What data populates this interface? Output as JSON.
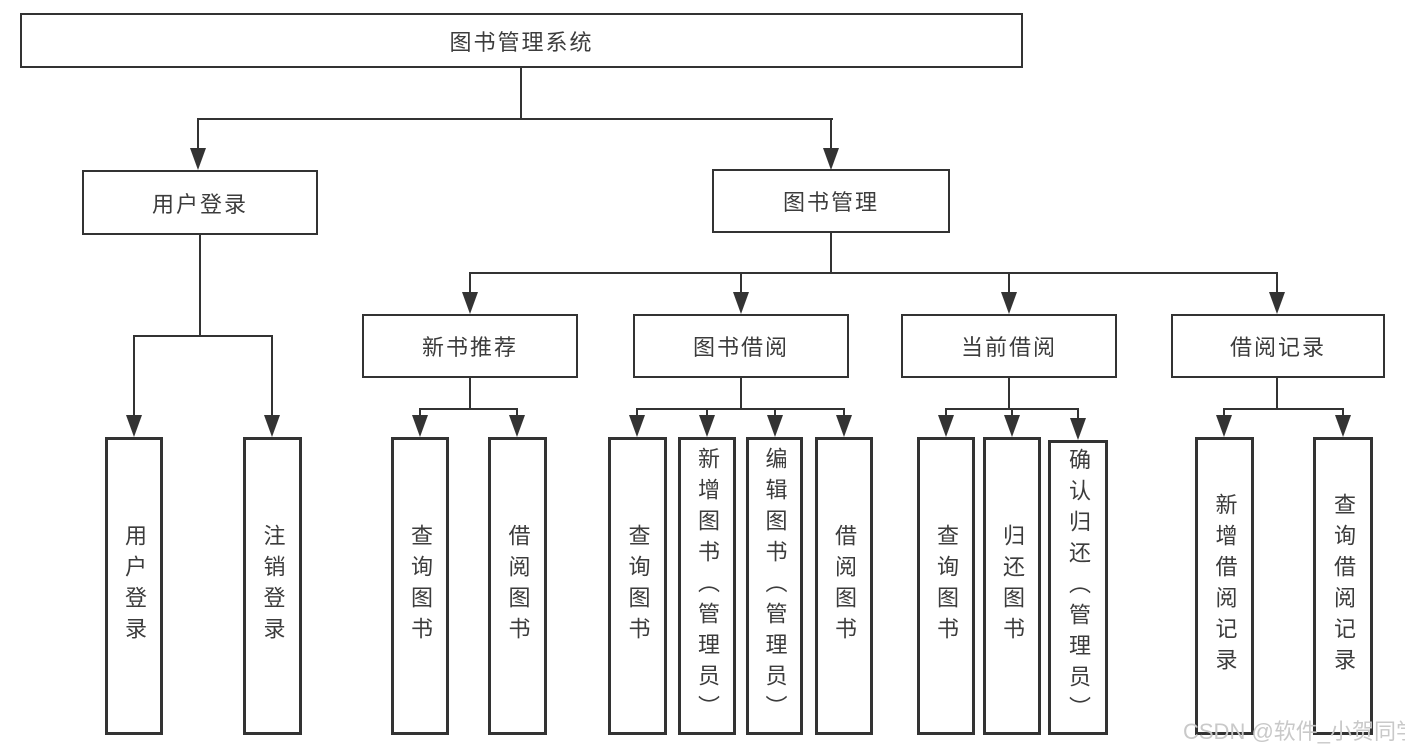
{
  "tree": {
    "label": "图书管理系统",
    "children": [
      {
        "label": "用户登录",
        "children": [
          {
            "label": "用户登录"
          },
          {
            "label": "注销登录"
          }
        ]
      },
      {
        "label": "图书管理",
        "children": [
          {
            "label": "新书推荐",
            "children": [
              {
                "label": "查询图书"
              },
              {
                "label": "借阅图书"
              }
            ]
          },
          {
            "label": "图书借阅",
            "children": [
              {
                "label": "查询图书"
              },
              {
                "label": "新增图书（管理员）"
              },
              {
                "label": "编辑图书（管理员）"
              },
              {
                "label": "借阅图书"
              }
            ]
          },
          {
            "label": "当前借阅",
            "children": [
              {
                "label": "查询图书"
              },
              {
                "label": "归还图书"
              },
              {
                "label": "确认归还（管理员）"
              }
            ]
          },
          {
            "label": "借阅记录",
            "children": [
              {
                "label": "新增借阅记录"
              },
              {
                "label": "查询借阅记录"
              }
            ]
          }
        ]
      }
    ]
  },
  "watermark": {
    "text": "CSDN @软件_小贺同学"
  },
  "colors": {
    "line": "#333333",
    "box_border": "#333333",
    "text": "#3c3c3c",
    "watermark": "#c9c9c9",
    "background": "#ffffff"
  }
}
